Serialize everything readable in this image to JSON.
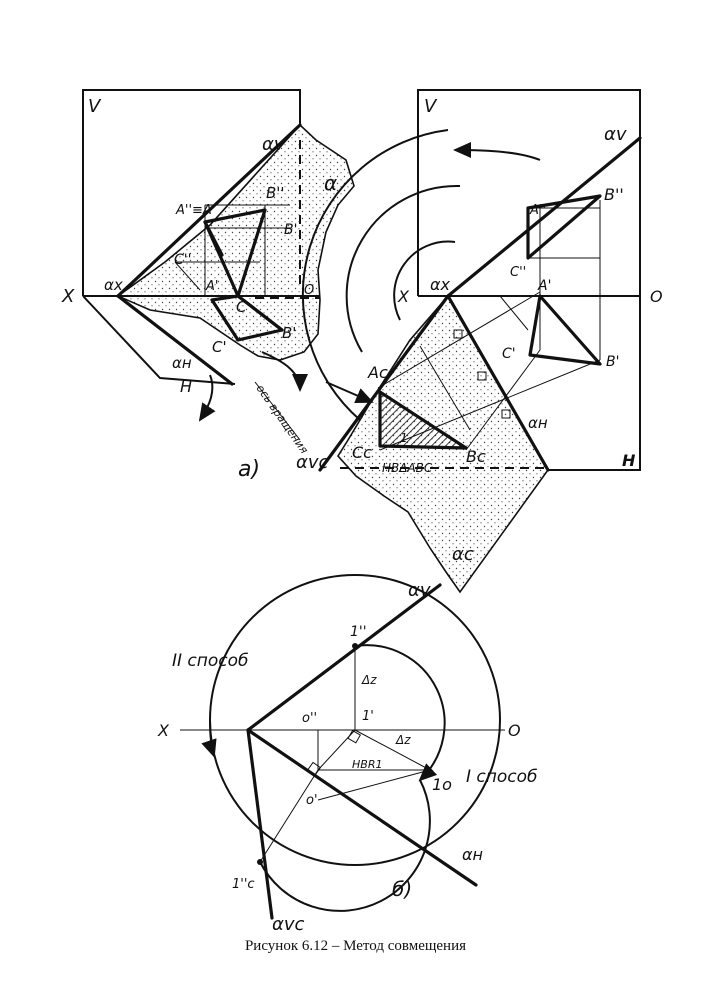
{
  "caption": "Рисунок 6.12 – Метод совмещения",
  "labels": {
    "a": {
      "V": "V",
      "X": "X",
      "alpha_v": "αv",
      "alpha": "α",
      "alpha_x": "αx",
      "alpha_h": "αн",
      "H": "H",
      "A_pp_eq_A": "A''≡A",
      "B_pp": "B''",
      "B_p": "B'",
      "B_p2": "B'",
      "C_pp": "C''",
      "A_p": "A'",
      "C": "C",
      "C_p": "C'",
      "O": "O",
      "axis_label": "ось вращения",
      "panel": "а)"
    },
    "a2": {
      "V": "V",
      "X": "X",
      "O": "O",
      "H": "H",
      "alpha_v": "αv",
      "alpha_x": "αx",
      "alpha_h": "αн",
      "alpha_v_c": "αvc",
      "alpha_c": "αc",
      "A_pp": "A''",
      "B_pp": "B''",
      "C_pp": "C''",
      "A_p": "A'",
      "B_p": "B'",
      "C_p": "C'",
      "A_c": "Ac",
      "B_c": "Bc",
      "C_c": "Cc",
      "one": "1",
      "true_size": "НВΔABC"
    },
    "b": {
      "X": "X",
      "O": "O",
      "alpha_v": "αv",
      "alpha_h": "αн",
      "alpha_v_c": "αvc",
      "one_pp": "1''",
      "one_p": "1'",
      "one_o": "1о",
      "one_c": "1''c",
      "o_pp": "o''",
      "o_p": "o'",
      "dz1": "Δz",
      "dz2": "Δz",
      "hbr": "НВR1",
      "method1": "I способ",
      "method2": "II способ",
      "panel": "б)"
    }
  }
}
